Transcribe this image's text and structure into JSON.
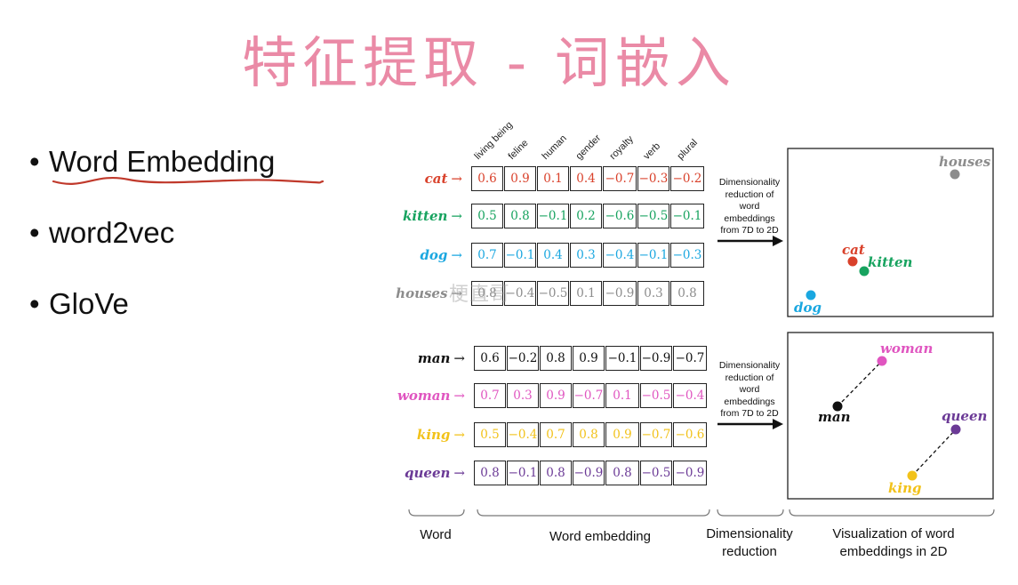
{
  "title": "特征提取 - 词嵌入",
  "bullets": [
    "Word Embedding",
    "word2vec",
    "GloVe"
  ],
  "features": [
    "living being",
    "feline",
    "human",
    "gender",
    "royalty",
    "verb",
    "plural"
  ],
  "group1": [
    {
      "word": "cat",
      "color": "#d9412b",
      "values": [
        "0.6",
        "0.9",
        "0.1",
        "0.4",
        "−0.7",
        "−0.3",
        "−0.2"
      ]
    },
    {
      "word": "kitten",
      "color": "#17a35f",
      "values": [
        "0.5",
        "0.8",
        "−0.1",
        "0.2",
        "−0.6",
        "−0.5",
        "−0.1"
      ]
    },
    {
      "word": "dog",
      "color": "#1aa7e0",
      "values": [
        "0.7",
        "−0.1",
        "0.4",
        "0.3",
        "−0.4",
        "−0.1",
        "−0.3"
      ]
    },
    {
      "word": "houses",
      "color": "#8c8c8c",
      "values": [
        "0.8",
        "−0.4",
        "−0.5",
        "0.1",
        "−0.9",
        "0.3",
        "0.8"
      ]
    }
  ],
  "group2": [
    {
      "word": "man",
      "color": "#111111",
      "values": [
        "0.6",
        "−0.2",
        "0.8",
        "0.9",
        "−0.1",
        "−0.9",
        "−0.7"
      ]
    },
    {
      "word": "woman",
      "color": "#e055c0",
      "values": [
        "0.7",
        "0.3",
        "0.9",
        "−0.7",
        "0.1",
        "−0.5",
        "−0.4"
      ]
    },
    {
      "word": "king",
      "color": "#f2c21a",
      "values": [
        "0.5",
        "−0.4",
        "0.7",
        "0.8",
        "0.9",
        "−0.7",
        "−0.6"
      ]
    },
    {
      "word": "queen",
      "color": "#6b3a96",
      "values": [
        "0.8",
        "−0.1",
        "0.8",
        "−0.9",
        "0.8",
        "−0.5",
        "−0.9"
      ]
    }
  ],
  "dimensionality_text": [
    "Dimensionality",
    "reduction of",
    "word",
    "embeddings",
    "from 7D to 2D"
  ],
  "arrow_glyph": "→",
  "bottom_labels": {
    "word": "Word",
    "embedding": "Word embedding",
    "dimensionality_1": "Dimensionality",
    "dimensionality_2": "reduction",
    "visualization_1": "Visualization of word",
    "visualization_2": "embeddings  in 2D"
  },
  "plot1_labels": {
    "houses": "houses",
    "cat": "cat",
    "kitten": "kitten",
    "dog": "dog"
  },
  "plot2_labels": {
    "woman": "woman",
    "man": "man",
    "queen": "queen",
    "king": "king"
  },
  "watermark": "梗直哥"
}
